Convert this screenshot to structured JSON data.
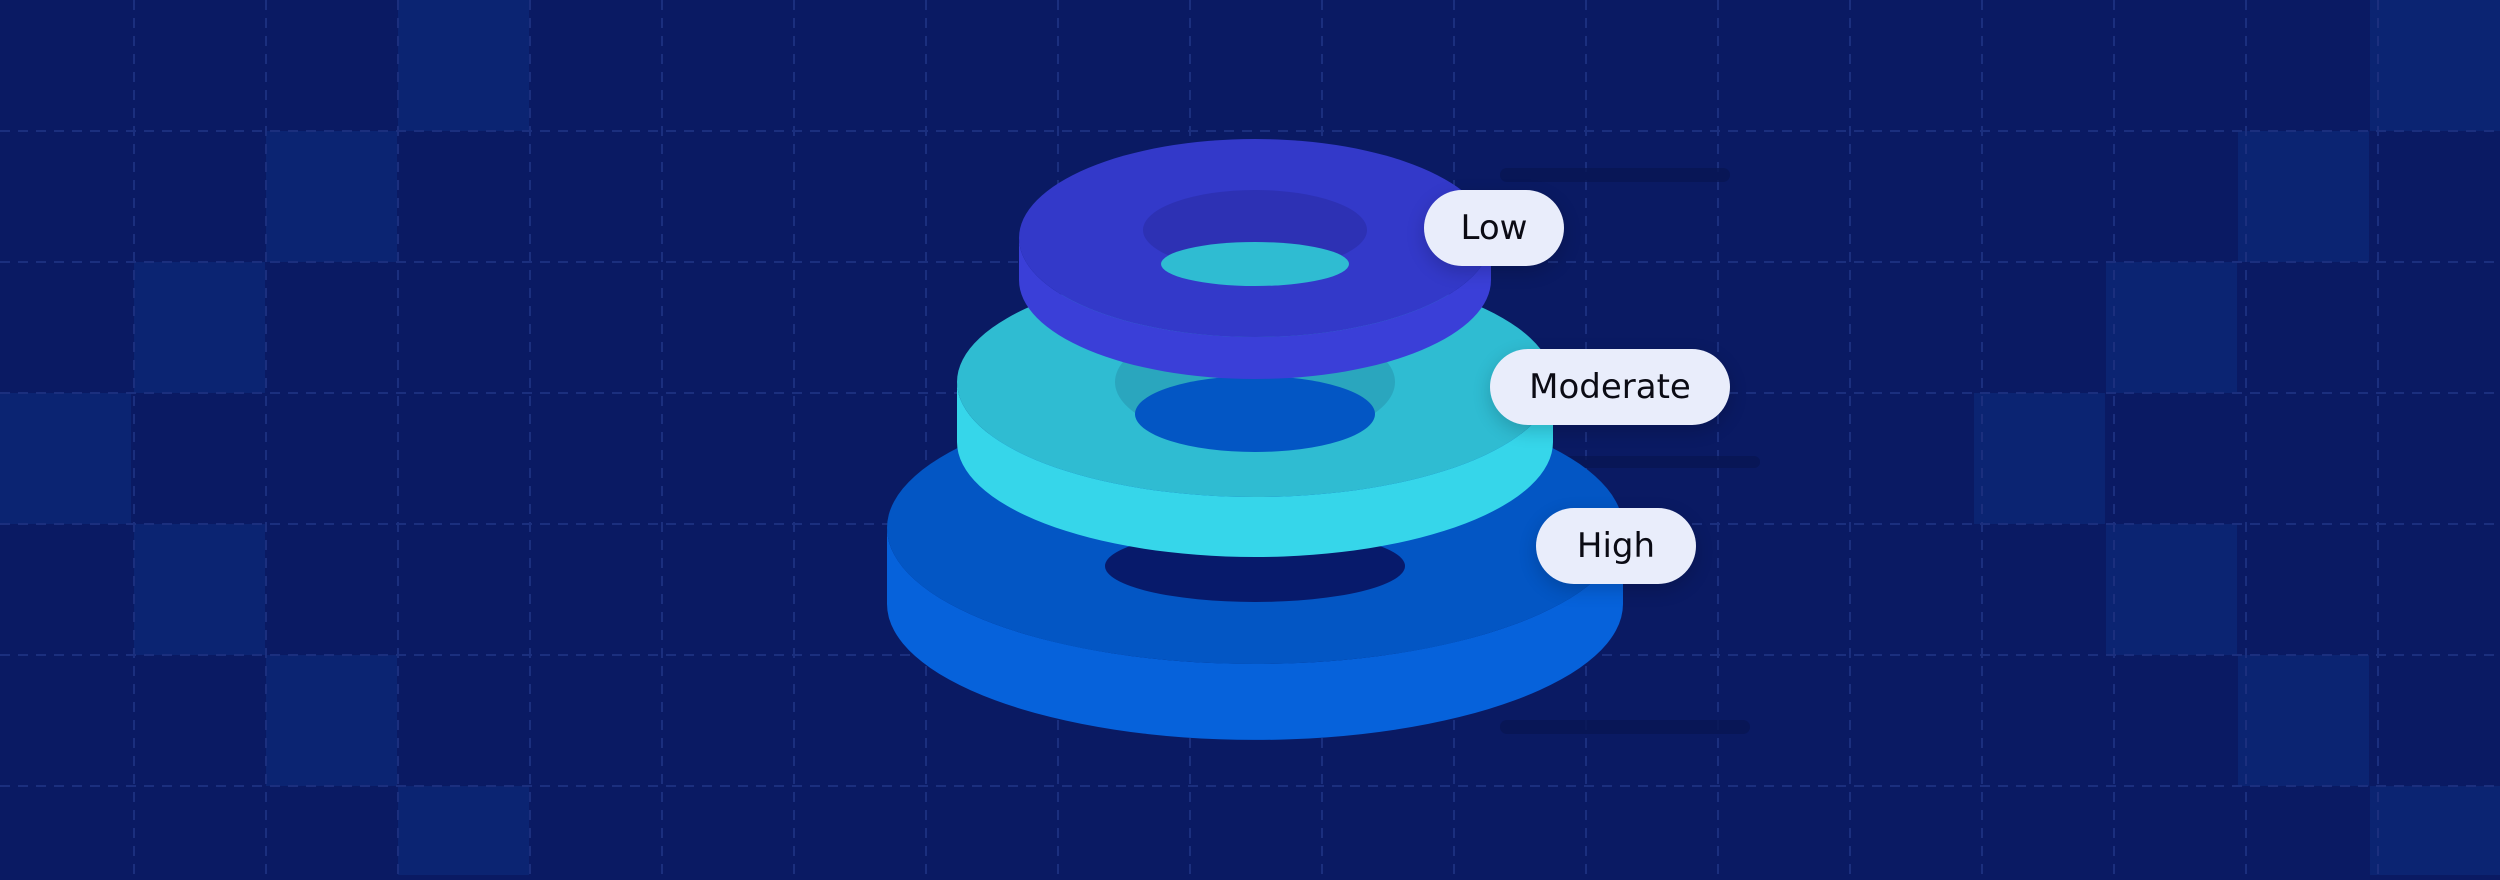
{
  "diagram": {
    "levels": [
      {
        "key": "low",
        "label": "Low",
        "color": "#3339c9",
        "side_color": "#3a3fd8"
      },
      {
        "key": "moderate",
        "label": "Moderate",
        "color": "#2fbcd2",
        "side_color": "#36d6ea"
      },
      {
        "key": "high",
        "label": "High",
        "color": "#0356c4",
        "side_color": "#0662db"
      }
    ],
    "colors": {
      "background": "#0a1a63",
      "grid_line": "#1b2f7e",
      "tile_highlight": "#0b2472",
      "pill_background": "#e9edfb",
      "pill_text": "#0b0b14"
    }
  }
}
